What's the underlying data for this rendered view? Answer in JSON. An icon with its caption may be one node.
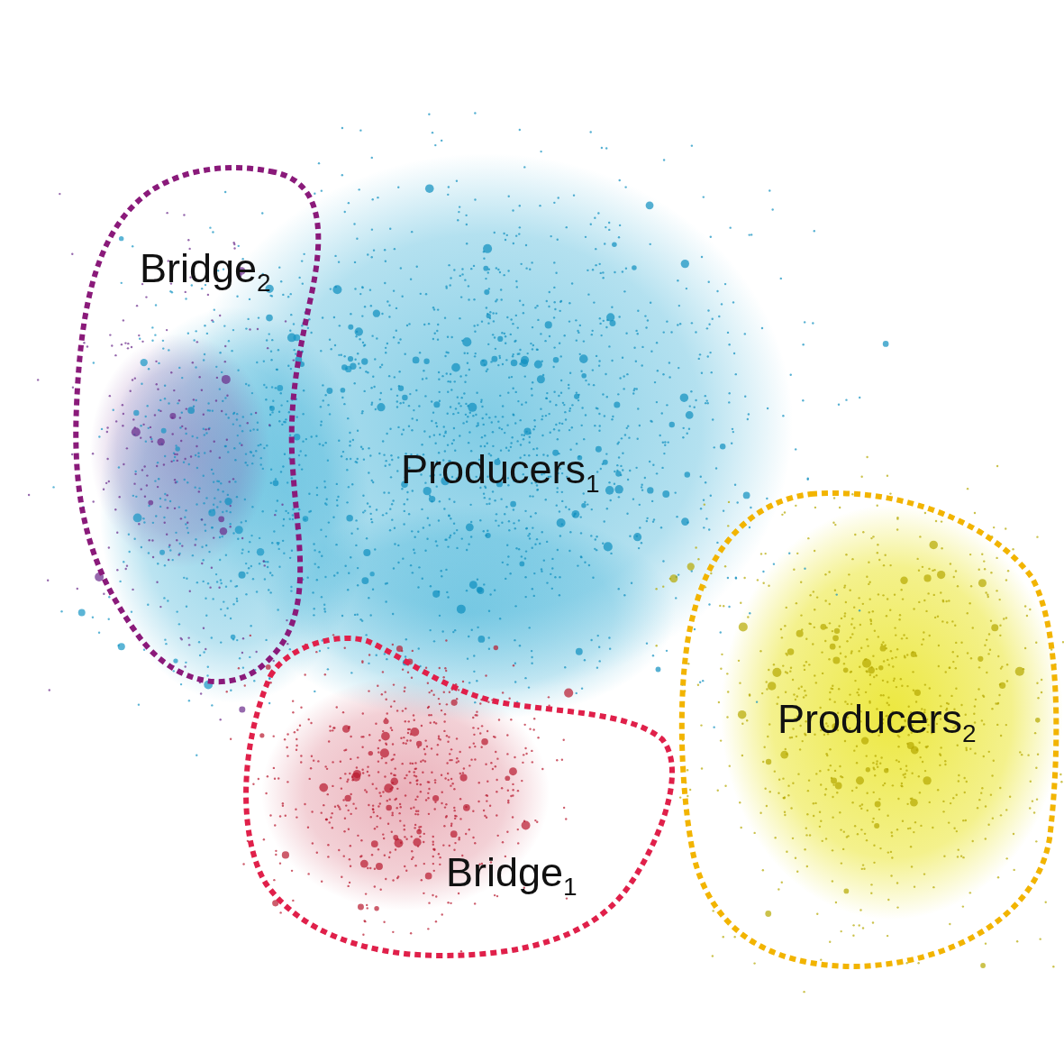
{
  "diagram": {
    "nodes": [
      {
        "text": [
          "Bridge$_{2}$"
        ]
      },
      {
        "text": [
          "Bridge$_{1}$"
        ]
      },
      {
        "text": [
          "Producers$_{2}$"
        ]
      }
    ],
    "labels": [
      "Producers$_{1}$"
    ]
  }
}
